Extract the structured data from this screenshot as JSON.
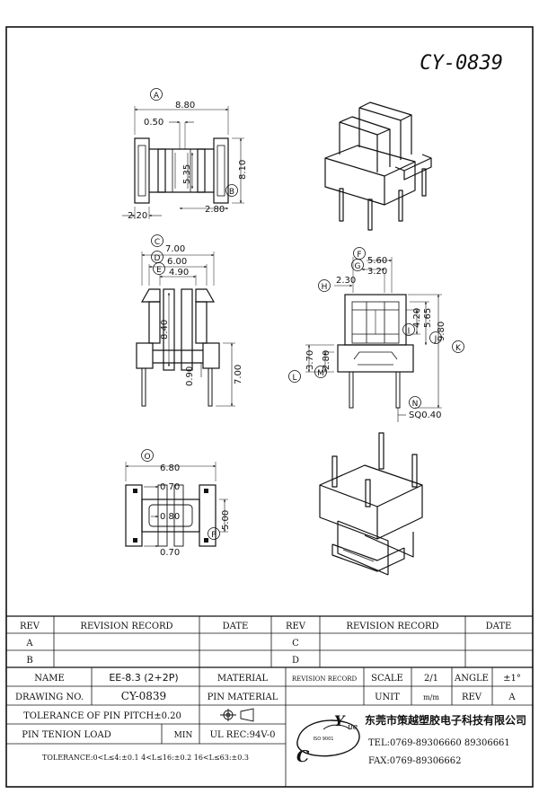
{
  "title": "CY-0839",
  "views": {
    "top": {
      "labels": [
        "A",
        "B"
      ],
      "dims": {
        "a": "8.80",
        "b": "0.50",
        "c": "5.35",
        "d": "8.10",
        "e": "2.20",
        "f": "2.80"
      }
    },
    "front": {
      "labels": [
        "C",
        "D",
        "E"
      ],
      "dims": {
        "a": "7.00",
        "b": "6.00",
        "c": "4.90",
        "d": "8.40",
        "e": "0.90",
        "f": "7.00"
      }
    },
    "side": {
      "labels": [
        "F",
        "G",
        "H",
        "I",
        "J",
        "K",
        "L",
        "M",
        "N"
      ],
      "dims": {
        "a": "5.60",
        "b": "3.20",
        "c": "2.30",
        "d": "4.20",
        "e": "5.65",
        "f": "9.80",
        "g": "3.70",
        "h": "2.80",
        "i": "SQ0.40"
      }
    },
    "bottom": {
      "labels": [
        "O",
        "P"
      ],
      "dims": {
        "a": "6.80",
        "b": "0.70",
        "c": "0.80",
        "d": "5.00",
        "e": "0.70"
      }
    }
  },
  "revision_table": {
    "headers": [
      "REV",
      "REVISION RECORD",
      "DATE",
      "REV",
      "REVISION RECORD",
      "DATE"
    ],
    "rows": [
      [
        "A",
        "",
        "",
        "C",
        "",
        ""
      ],
      [
        "B",
        "",
        "",
        "D",
        "",
        ""
      ]
    ]
  },
  "title_block": {
    "name_label": "NAME",
    "name_value": "EE-8.3 (2+2P)",
    "material_label": "MATERIAL",
    "revision_record_label": "REVISION RECORD",
    "scale_label": "SCALE",
    "scale_value": "2/1",
    "angle_label": "ANGLE",
    "angle_value": "±1°",
    "drawing_no_label": "DRAWING NO.",
    "drawing_no_value": "CY-0839",
    "pin_material_label": "PIN MATERIAL",
    "unit_label": "UNIT",
    "unit_value": "m/m",
    "rev_label": "REV",
    "rev_value": "A",
    "tolerance_pitch": "TOLERANCE OF PIN PITCH±0.20",
    "pin_tension": "PIN TENION LOAD",
    "min_label": "MIN",
    "ul_rec": "UL REC:94V-0",
    "tolerance_length": "TOLERANCE:0<L≤4:±0.1  4<L≤16:±0.2  16<L≤63:±0.3",
    "company_name": "东莞市策越塑胶电子科技有限公司",
    "tel": "TEL:0769-89306660 89306661",
    "fax": "FAX:0769-89306662",
    "logo_letters": [
      "C",
      "Y",
      "ue"
    ],
    "logo_cert": "ISO 9001"
  }
}
